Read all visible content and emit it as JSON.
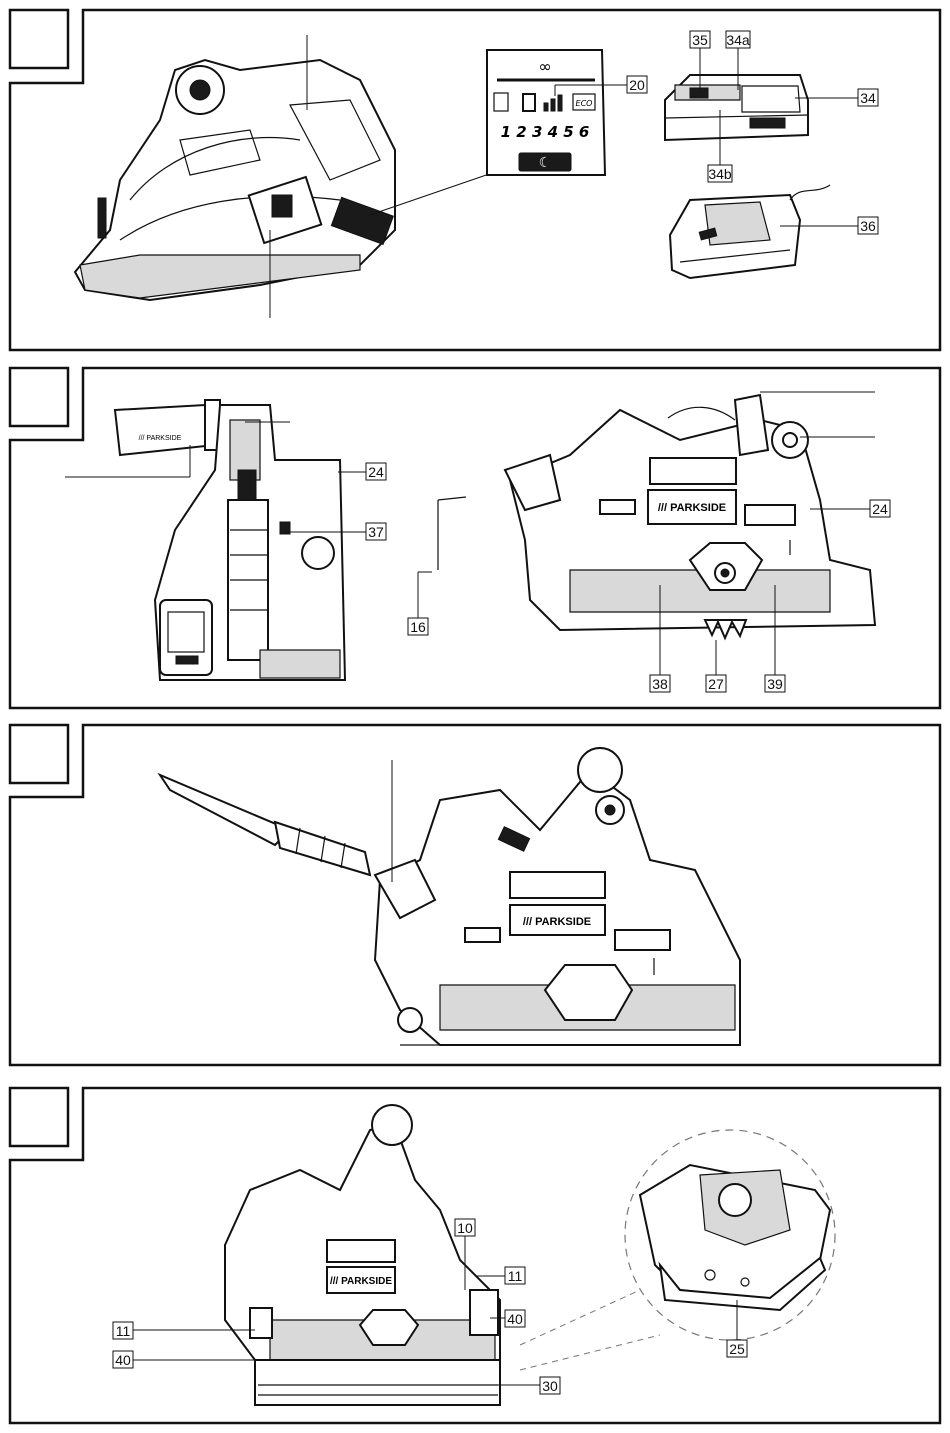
{
  "brand": "/// PARKSIDE",
  "display": {
    "mode_numbers": "1 2 3 4 5 6",
    "eco_label": "ECO",
    "link_symbol": "∞",
    "moon_symbol": "☾"
  },
  "panel1": {
    "labels": [
      "20",
      "35",
      "34a",
      "34",
      "34b",
      "36"
    ]
  },
  "panel2": {
    "labels": [
      "24",
      "37",
      "16",
      "24",
      "38",
      "27",
      "39"
    ]
  },
  "panel3": {
    "labels": []
  },
  "panel4": {
    "labels": [
      "10",
      "11",
      "40",
      "11",
      "40",
      "30",
      "25"
    ]
  },
  "icons": [
    "seal-icon",
    "arrow-icon",
    "moon-icon",
    "battery-icon",
    "thermometer-icon"
  ]
}
